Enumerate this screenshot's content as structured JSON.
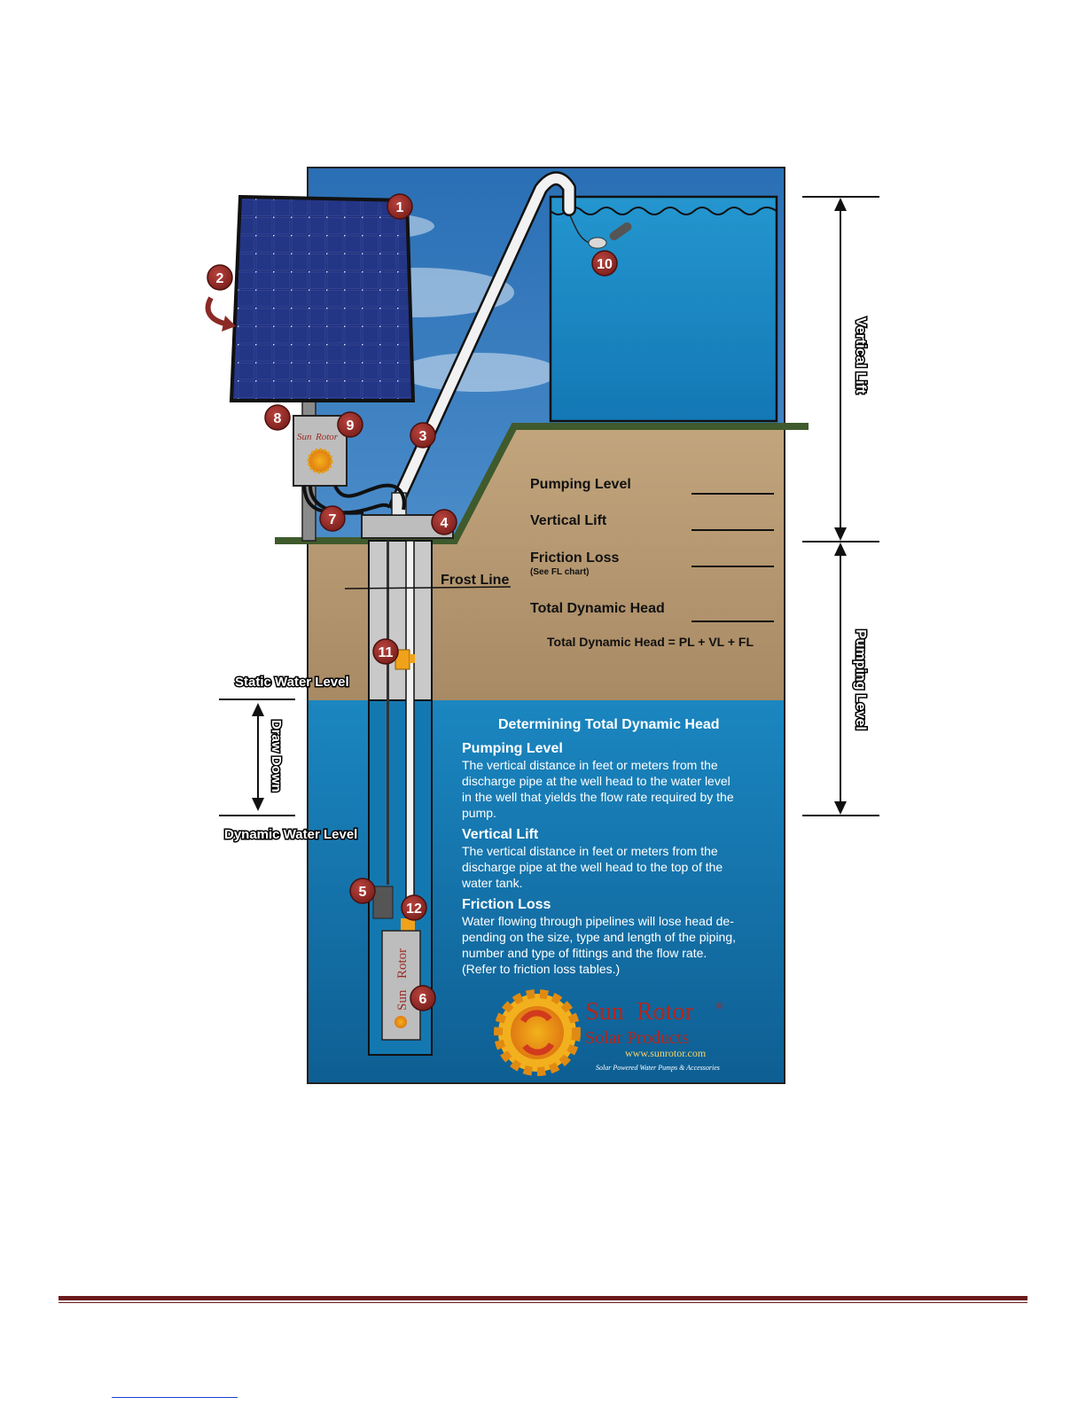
{
  "badges": [
    "1",
    "2",
    "3",
    "4",
    "5",
    "6",
    "7",
    "8",
    "9",
    "10",
    "11",
    "12"
  ],
  "ground": {
    "frost_line": "Frost Line"
  },
  "form": {
    "pumping_level": "Pumping Level",
    "vertical_lift": "Vertical Lift",
    "friction_loss": "Friction Loss",
    "friction_loss_note": "(See FL chart)",
    "total_dynamic_head": "Total Dynamic Head",
    "formula": "Total Dynamic Head = PL + VL + FL"
  },
  "water_levels": {
    "static": "Static Water Level",
    "draw_down": "Draw Down",
    "dynamic": "Dynamic Water Level"
  },
  "dimensions": {
    "vertical_lift": "Vertical Lift",
    "pumping_level": "Pumping Level"
  },
  "explanation": {
    "title": "Determining Total Dynamic Head",
    "pl_heading": "Pumping Level",
    "pl_lines": [
      "The vertical distance in feet or meters from the",
      "discharge pipe at the well head to the water level",
      "in the well that yields the flow rate required by the",
      "pump."
    ],
    "vl_heading": "Vertical Lift",
    "vl_lines": [
      "The vertical distance in feet or meters from the",
      "discharge pipe at the well head to the top of the",
      "water tank."
    ],
    "fl_heading": "Friction Loss",
    "fl_lines": [
      "Water flowing through pipelines will lose head de-",
      "pending on the size, type and length of the piping,",
      "number and type of fittings and the flow rate.",
      "(Refer to friction loss tables.)"
    ]
  },
  "logo": {
    "brand_part1": "Sun",
    "brand_part2": "Rotor",
    "registered": "®",
    "tagline": "Solar Products",
    "url": "www.sunrotor.com",
    "slogan": "Solar Powered Water Pumps & Accessories"
  },
  "colors": {
    "sky": "#3d86c8",
    "water": "#1478b0",
    "soil": "#b89a72",
    "grass": "#3f5a2c",
    "badge": "#8b2a26",
    "panel": "#1d2a6b",
    "footer_rule": "#6b1b1b"
  }
}
